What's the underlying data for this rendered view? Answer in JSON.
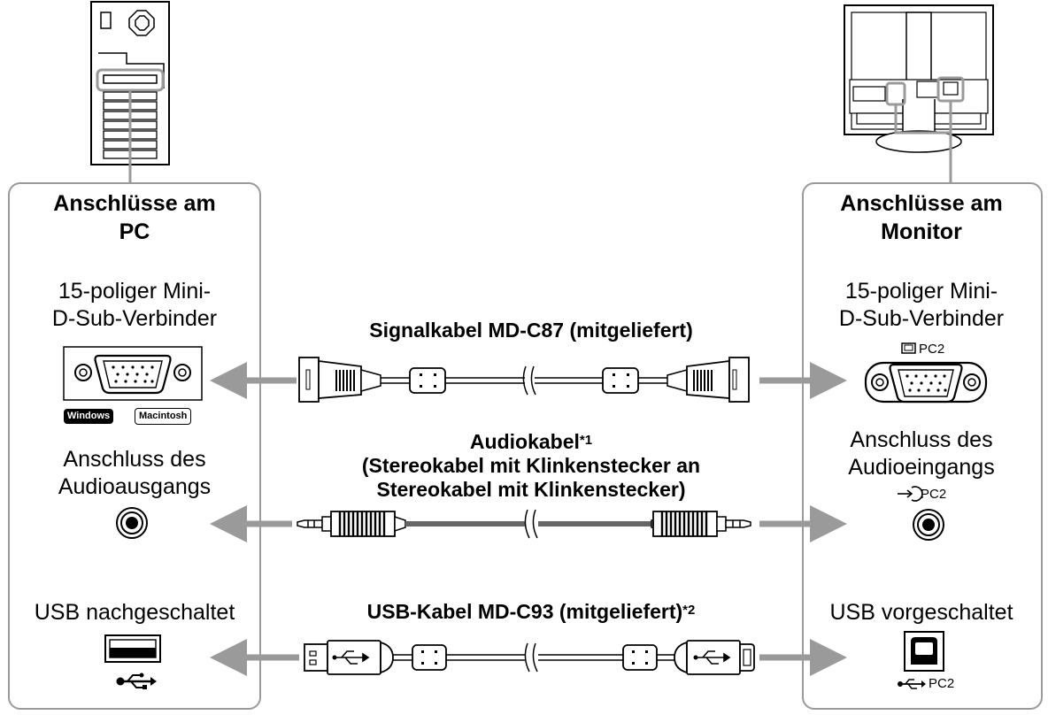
{
  "left_panel": {
    "heading_line1": "Anschlüsse am",
    "heading_line2": "PC",
    "dsub_line1": "15-poliger Mini-",
    "dsub_line2": "D-Sub-Verbinder",
    "os_windows": "Windows",
    "os_mac": "Macintosh",
    "audio_line1": "Anschluss des",
    "audio_line2": "Audioausgangs",
    "usb_label": "USB nachgeschaltet"
  },
  "right_panel": {
    "heading_line1": "Anschlüsse am",
    "heading_line2": "Monitor",
    "dsub_line1": "15-poliger Mini-",
    "dsub_line2": "D-Sub-Verbinder",
    "dsub_port": "PC2",
    "audio_line1": "Anschluss des",
    "audio_line2": "Audioeingangs",
    "audio_port": "PC2",
    "usb_label": "USB vorgeschaltet",
    "usb_port": "PC2"
  },
  "cables": {
    "signal": "Signalkabel MD-C87 (mitgeliefert)",
    "audio_line1": "Audiokabel",
    "audio_note": "*1",
    "audio_line2": "(Stereokabel mit Klinkenstecker an",
    "audio_line3": "Stereokabel mit Klinkenstecker)",
    "usb": "USB-Kabel MD-C93 (mitgeliefert)",
    "usb_note": "*2"
  },
  "colors": {
    "panel_border": "#9a9a9a",
    "arrow": "#9a9a9a",
    "line": "#000000",
    "badge": "#000000"
  }
}
